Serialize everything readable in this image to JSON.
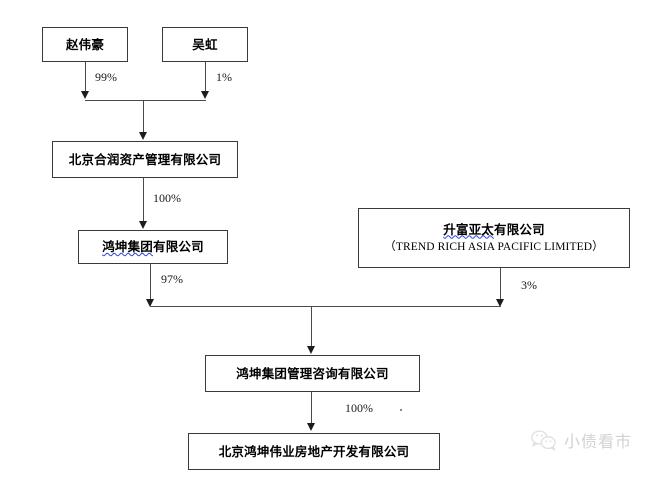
{
  "diagram": {
    "type": "ownership-structure-chart",
    "title_visible": false,
    "background_color": "#ffffff",
    "line_color": "#4a4a4a",
    "spellcheck_underline_color": "#2b3fe0"
  },
  "nodes": {
    "zhao_weihao": {
      "label": "赵伟豪"
    },
    "wu_hong": {
      "label": "吴虹"
    },
    "beijing_herun": {
      "label": "北京合润资产管理有限公司"
    },
    "hongkun_group": {
      "label_underlined": "鸿坤集团",
      "label_rest": "有限公司"
    },
    "trend_rich": {
      "label_underlined": "升富亚太",
      "label_rest": "有限公司",
      "label_en": "（TREND RICH ASIA PACIFIC LIMITED）"
    },
    "hongkun_consulting": {
      "label": "鸿坤集团管理咨询有限公司"
    },
    "beijing_hongkun_weiye": {
      "label": "北京鸿坤伟业房地产开发有限公司"
    }
  },
  "edges": [
    {
      "from": "zhao_weihao",
      "to": "beijing_herun",
      "percent": "99%"
    },
    {
      "from": "wu_hong",
      "to": "beijing_herun",
      "percent": "1%"
    },
    {
      "from": "beijing_herun",
      "to": "hongkun_group",
      "percent": "100%"
    },
    {
      "from": "hongkun_group",
      "to": "hongkun_consulting",
      "percent": "97%"
    },
    {
      "from": "trend_rich",
      "to": "hongkun_consulting",
      "percent": "3%"
    },
    {
      "from": "hongkun_consulting",
      "to": "beijing_hongkun_weiye",
      "percent": "100%"
    }
  ],
  "watermark": {
    "text": "小债看市",
    "icon": "wechat-bubble-icon",
    "color": "#9a9a9a"
  }
}
